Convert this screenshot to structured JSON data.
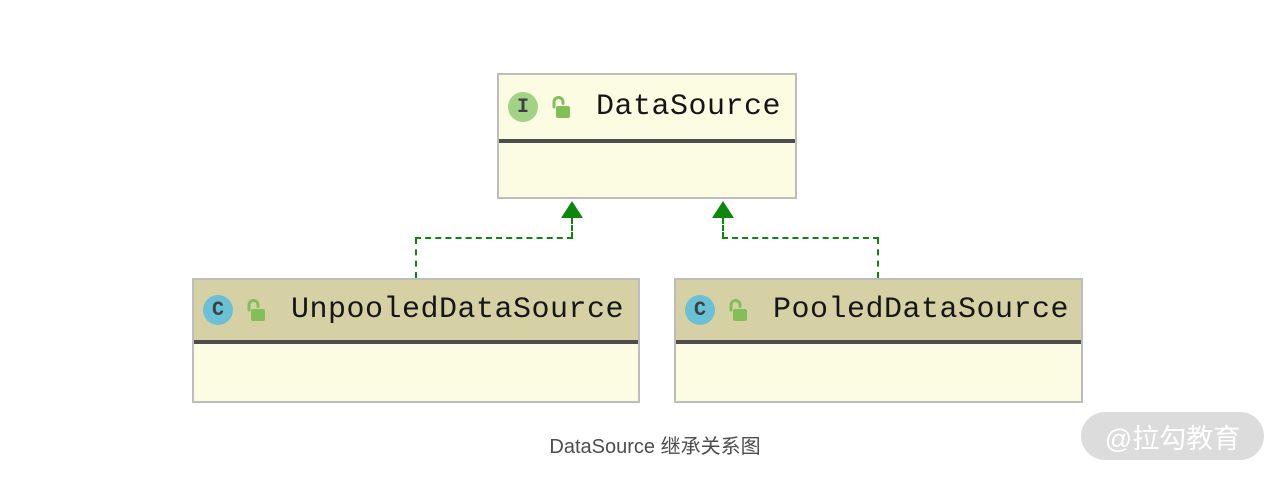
{
  "caption": "DataSource 继承关系图",
  "watermark": "@拉勾教育",
  "nodes": {
    "datasource": {
      "label": "DataSource",
      "kind": "interface",
      "badge": "I",
      "visibility": "public",
      "selected": false
    },
    "unpooled": {
      "label": "UnpooledDataSource",
      "kind": "class",
      "badge": "C",
      "visibility": "public",
      "selected": true
    },
    "pooled": {
      "label": "PooledDataSource",
      "kind": "class",
      "badge": "C",
      "visibility": "public",
      "selected": true
    }
  },
  "edges": [
    {
      "from": "UnpooledDataSource",
      "to": "DataSource",
      "relation": "implements",
      "style": "dashed-green-solid-arrow"
    },
    {
      "from": "PooledDataSource",
      "to": "DataSource",
      "relation": "implements",
      "style": "dashed-green-solid-arrow"
    }
  ],
  "colors": {
    "node_fill": "#fcfce2",
    "selected_header_fill": "#d5d1a5",
    "separator": "#4d4d4d",
    "node_border": "#bdbdbd",
    "interface_badge": "#a3d287",
    "class_badge": "#6ac1d6",
    "lock_icon": "#83bf58",
    "edge": "#0b870b",
    "caption_text": "#4d4d4d",
    "watermark_bg": "#dcdcdc",
    "watermark_text": "#ffffff"
  }
}
